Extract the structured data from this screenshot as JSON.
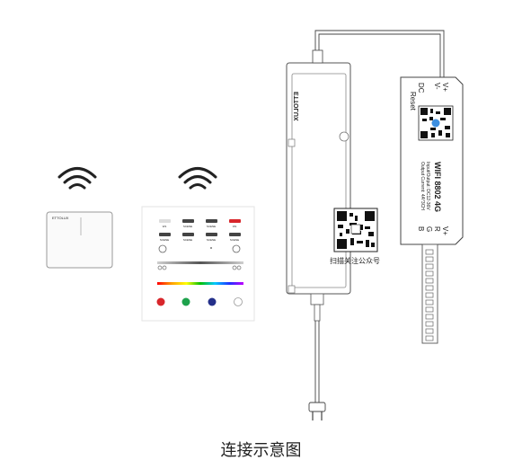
{
  "caption": "连接示意图",
  "brand_logo": "ETTOLUX",
  "qr_label": "扫描关注公众号",
  "controller": {
    "top_left_labels": [
      "V+",
      "V-",
      "DC"
    ],
    "reset_label": "Reset",
    "model": "WIFI 8802 4G",
    "spec_line1": "Input/Output: DC12-36V",
    "spec_line2": "Output Current: 4A*3CH",
    "bottom_labels": [
      "V+",
      "R",
      "G",
      "B"
    ]
  },
  "remote_buttons": {
    "row1": [
      "W1",
      "SCENE",
      "SCENE",
      "ON"
    ],
    "row2": [
      "SCENE",
      "SCENE",
      "SCENE",
      "SCENE"
    ]
  },
  "remote_colors": [
    "#d8262b",
    "#1ea24c",
    "#24308a",
    "#ffffff"
  ],
  "wifi_icon_color": "#222222"
}
